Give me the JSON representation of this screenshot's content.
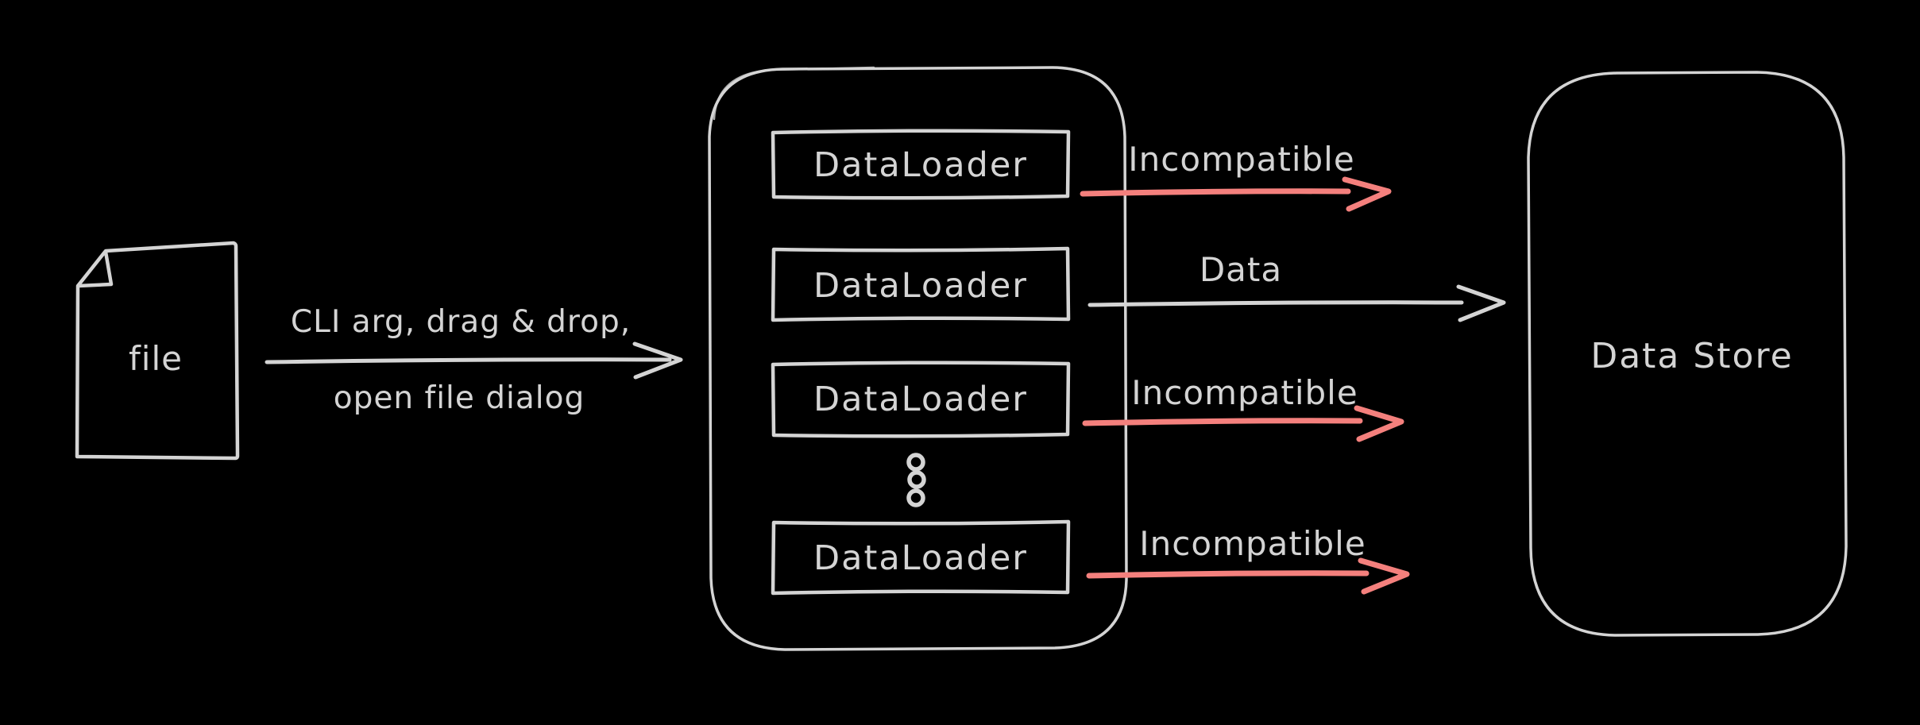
{
  "colors": {
    "background": "#000000",
    "gray": "#d4d4d4",
    "red": "#f4807d"
  },
  "file_node": {
    "label": "file",
    "icon": "document-folded-corner-icon"
  },
  "input_arrow": {
    "label_line1": "CLI arg, drag & drop,",
    "label_line2": "open file dialog"
  },
  "loader_container": {
    "loaders": [
      {
        "label": "DataLoader"
      },
      {
        "label": "DataLoader"
      },
      {
        "label": "DataLoader"
      },
      {
        "label": "DataLoader"
      }
    ],
    "ellipsis_icon": "vertical-ellipsis-icon"
  },
  "outputs": [
    {
      "label": "Incompatible",
      "status": "incompatible"
    },
    {
      "label": "Data",
      "status": "compatible"
    },
    {
      "label": "Incompatible",
      "status": "incompatible"
    },
    {
      "label": "Incompatible",
      "status": "incompatible"
    }
  ],
  "data_store": {
    "label": "Data Store"
  }
}
